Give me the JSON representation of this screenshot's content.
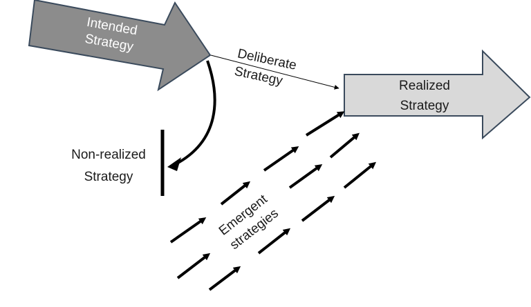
{
  "diagram": {
    "intended": {
      "line1": "Intended",
      "line2": "Strategy",
      "fill": "#8c8c8c",
      "text_color": "#ffffff"
    },
    "realized": {
      "line1": "Realized",
      "line2": "Strategy",
      "fill": "#d9d9d9"
    },
    "deliberate": {
      "line1": "Deliberate",
      "line2": "Strategy"
    },
    "non_realized": {
      "line1": "Non-realized",
      "line2": "Strategy"
    },
    "emergent": {
      "line1": "Emergent",
      "line2": "strategies"
    },
    "stroke_color": "#3a4a5c",
    "arrow_color": "#000000"
  }
}
